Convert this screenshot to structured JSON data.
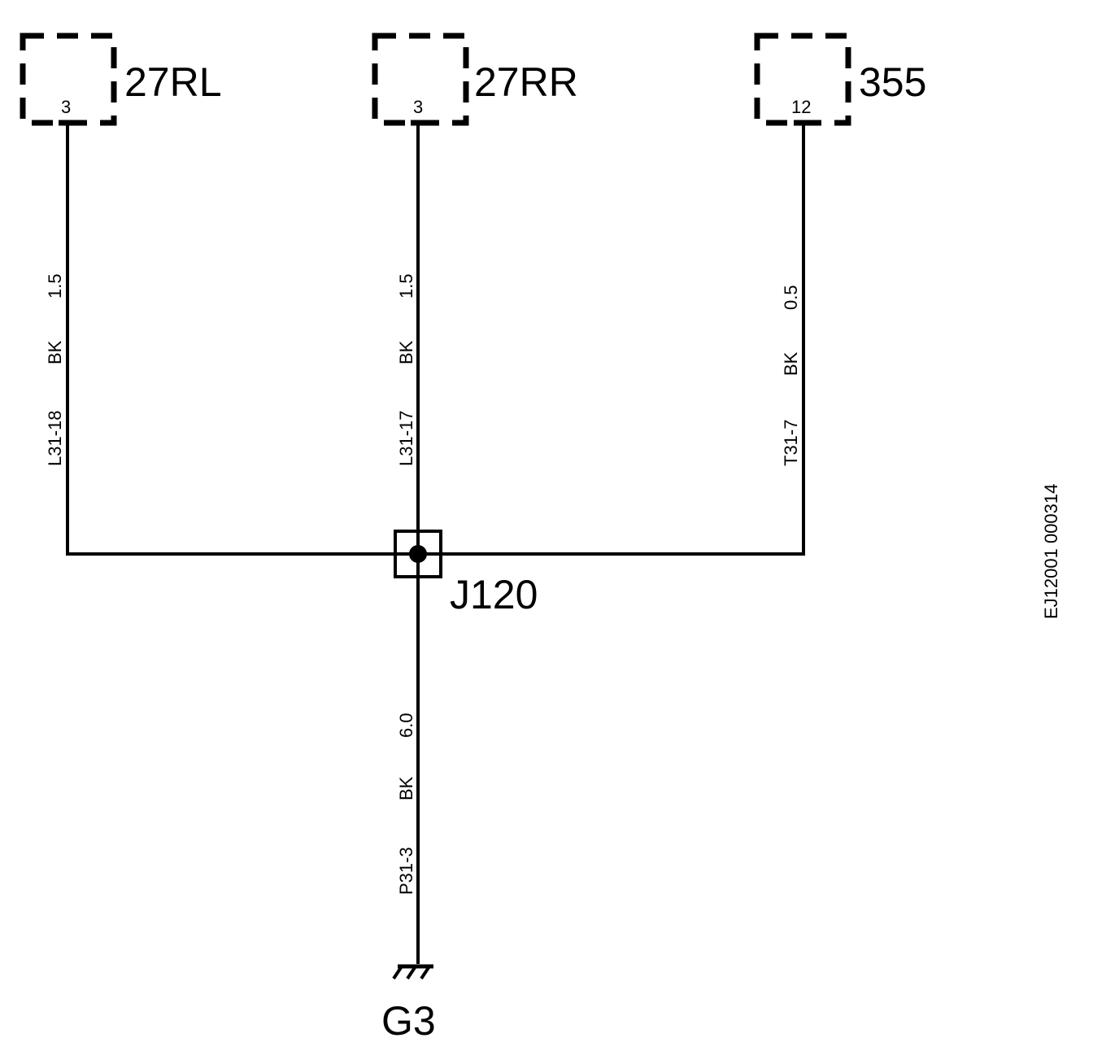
{
  "connectors": [
    {
      "name": "27RL",
      "pin": "3"
    },
    {
      "name": "27RR",
      "pin": "3"
    },
    {
      "name": "355",
      "pin": "12"
    }
  ],
  "wires": [
    {
      "circuit": "L31-18",
      "color": "BK",
      "size": "1.5"
    },
    {
      "circuit": "L31-17",
      "color": "BK",
      "size": "1.5"
    },
    {
      "circuit": "T31-7",
      "color": "BK",
      "size": "0.5"
    },
    {
      "circuit": "P31-3",
      "color": "BK",
      "size": "6.0"
    }
  ],
  "junction": {
    "name": "J120"
  },
  "ground": {
    "name": "G3"
  },
  "reference": "EJ12001 000314"
}
